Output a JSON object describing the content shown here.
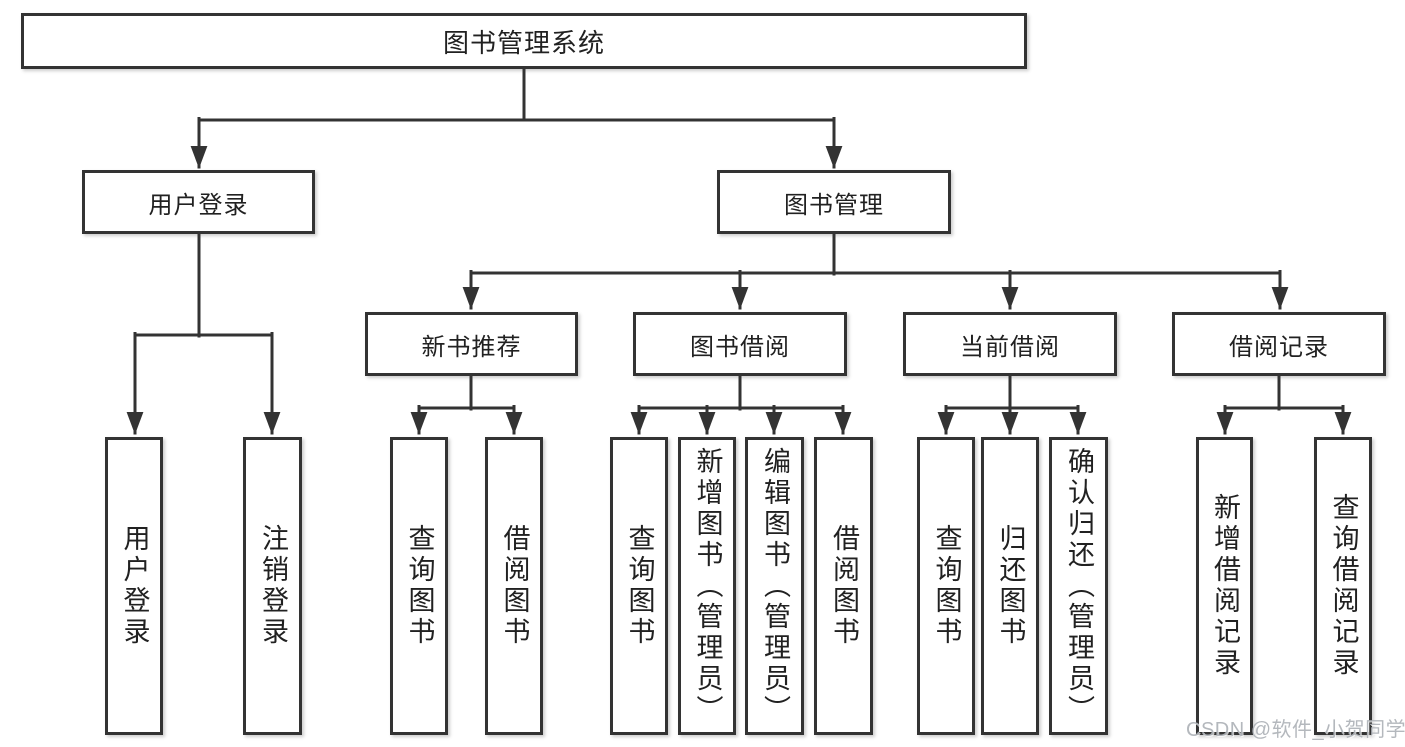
{
  "diagram": {
    "type": "feature-tree",
    "tree": {
      "root": {
        "label": "图书管理系统"
      },
      "level2": [
        {
          "id": "user-login",
          "label": "用户登录",
          "parent": "图书管理系统"
        },
        {
          "id": "book-management",
          "label": "图书管理",
          "parent": "图书管理系统"
        }
      ],
      "level3": [
        {
          "id": "new-book-recommend",
          "label": "新书推荐",
          "parent": "图书管理"
        },
        {
          "id": "book-borrowing",
          "label": "图书借阅",
          "parent": "图书管理"
        },
        {
          "id": "current-borrowing",
          "label": "当前借阅",
          "parent": "图书管理"
        },
        {
          "id": "borrowing-records",
          "label": "借阅记录",
          "parent": "图书管理"
        }
      ],
      "leaves": [
        {
          "id": "user-login-leaf",
          "label": "用户登录",
          "parent": "用户登录"
        },
        {
          "id": "logout",
          "label": "注销登录",
          "parent": "用户登录"
        },
        {
          "id": "query-books-recommend",
          "label": "查询图书",
          "parent": "新书推荐"
        },
        {
          "id": "borrow-books-recommend",
          "label": "借阅图书",
          "parent": "新书推荐"
        },
        {
          "id": "query-books-borrowing",
          "label": "查询图书",
          "parent": "图书借阅"
        },
        {
          "id": "add-books-admin",
          "label": "新增图书（管理员）",
          "parent": "图书借阅"
        },
        {
          "id": "edit-books-admin",
          "label": "编辑图书（管理员）",
          "parent": "图书借阅"
        },
        {
          "id": "borrow-books",
          "label": "借阅图书",
          "parent": "图书借阅"
        },
        {
          "id": "query-books-current",
          "label": "查询图书",
          "parent": "当前借阅"
        },
        {
          "id": "return-books",
          "label": "归还图书",
          "parent": "当前借阅"
        },
        {
          "id": "confirm-return-admin",
          "label": "确认归还（管理员）",
          "parent": "当前借阅"
        },
        {
          "id": "add-borrow-record",
          "label": "新增借阅记录",
          "parent": "借阅记录"
        },
        {
          "id": "query-borrow-record",
          "label": "查询借阅记录",
          "parent": "借阅记录"
        }
      ]
    },
    "colors": {
      "line": "#333333",
      "text": "#212121",
      "background": "#ffffff",
      "watermark": "#aeb2b7"
    }
  },
  "watermark": "CSDN @软件_小贺同学"
}
